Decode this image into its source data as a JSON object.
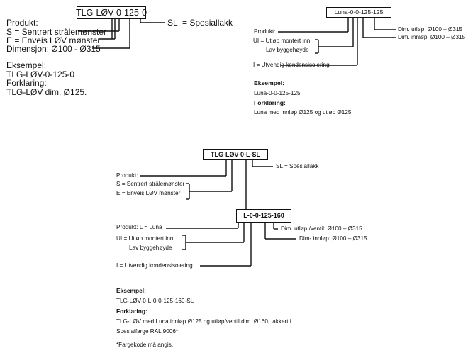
{
  "diagram1": {
    "code": "TLG-LØV-0-125-0",
    "sl": "SL",
    "sl_desc": "= Spesiallakk",
    "product": "Produkt:",
    "s_option": "S = Sentrert strålemønster",
    "e_option": "E = Enveis LØV mønster",
    "dimension": "Dimensjon: Ø100 - Ø315",
    "example_heading": "Eksempel:",
    "example": "TLG-LØV-0-125-0",
    "explanation_heading": "Forklaring:",
    "explanation": "TLG-LØV dim. Ø125."
  },
  "diagram2": {
    "code": "Luna-0-0-125-125",
    "product": "Produkt:",
    "ui_line1": "UI = Utløp montert inn,",
    "ui_line2": "Lav byggehøyde",
    "i_option": "I   = Utvendig kondensisolering",
    "dim_outlet": "Dim. utløp: Ø100 – Ø315",
    "dim_inlet": "Dim. innløp: Ø100 – Ø315",
    "example_heading": "Eksempel:",
    "example": "Luna-0-0-125-125",
    "explanation_heading": "Forklaring:",
    "explanation": "Luna med innløp Ø125 og utløp Ø125"
  },
  "diagram3": {
    "code_top": "TLG-LØV-0-L-SL",
    "sl_desc": "SL = Spesiallakk",
    "product": "Produkt:",
    "s_option": "S = Sentrert strålemønster",
    "e_option": "E = Enveis LØV mønster",
    "code_bottom": "L-0-0-125-160",
    "product_l": "Produkt: L = Luna",
    "ui_line1": "UI = Utløp montert inn,",
    "ui_line2": "Lav byggehøyde",
    "i_option": "I = Utvendig kondensisolering",
    "dim_outlet": "Dim. utløp /ventil: Ø100 – Ø315",
    "dim_inlet": "Dim- innløp: Ø100 – Ø315",
    "example_heading": "Eksempel:",
    "example": "TLG-LØV-0-L-0-0-125-160-SL",
    "explanation_heading": "Forklaring:",
    "explanation_line1": "TLG-LØV med Luna innløp Ø125 og utløp/ventil dim. Ø160, lakkert i",
    "explanation_line2": "Spesialfarge RAL 9006*",
    "footnote": "*Fargekode må angis."
  }
}
